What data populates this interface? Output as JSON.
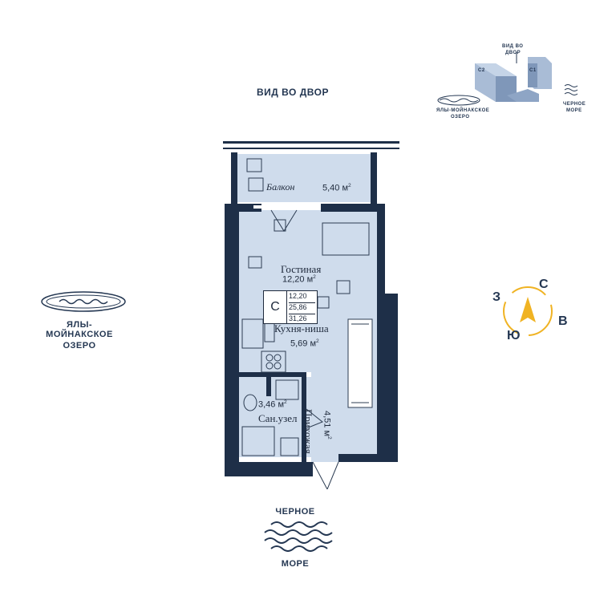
{
  "view_top": "ВИД ВО ДВОР",
  "lake": {
    "line1": "ЯЛЫ-МОЙНАКСКОЕ",
    "line2": "ОЗЕРО"
  },
  "sea": {
    "top": "ЧЕРНОЕ",
    "bottom": "МОРЕ"
  },
  "compass": {
    "north": "С",
    "east": "В",
    "south": "Ю",
    "west": "З"
  },
  "keyplan": {
    "view_label_1": "ВИД ВО",
    "view_label_2": "ДВОР",
    "block_c2": "С2",
    "block_c1": "С1",
    "lake_1": "ЯЛЫ-МОЙНАКСКОЕ",
    "lake_2": "ОЗЕРО",
    "sea_1": "ЧЕРНОЕ",
    "sea_2": "МОРЕ"
  },
  "rooms": {
    "balcony": {
      "name": "Балкон",
      "area": "5,40 м"
    },
    "living": {
      "name": "Гостиная",
      "area": "12,20 м"
    },
    "kitchen": {
      "name": "Кухня-ниша",
      "area": "5,69 м"
    },
    "hall": {
      "name": "Прихожая",
      "area": "4,51 м"
    },
    "bath": {
      "name": "Сан.узел",
      "area": "3,46 м"
    },
    "sup": "2"
  },
  "apartment": {
    "type": "С",
    "living_area": "12,20",
    "total_no_balcony": "25,86",
    "total": "31,26"
  },
  "colors": {
    "wall": "#1e2f48",
    "floor": "#cfdcec",
    "text": "#243752",
    "compass": "#f0b323"
  }
}
